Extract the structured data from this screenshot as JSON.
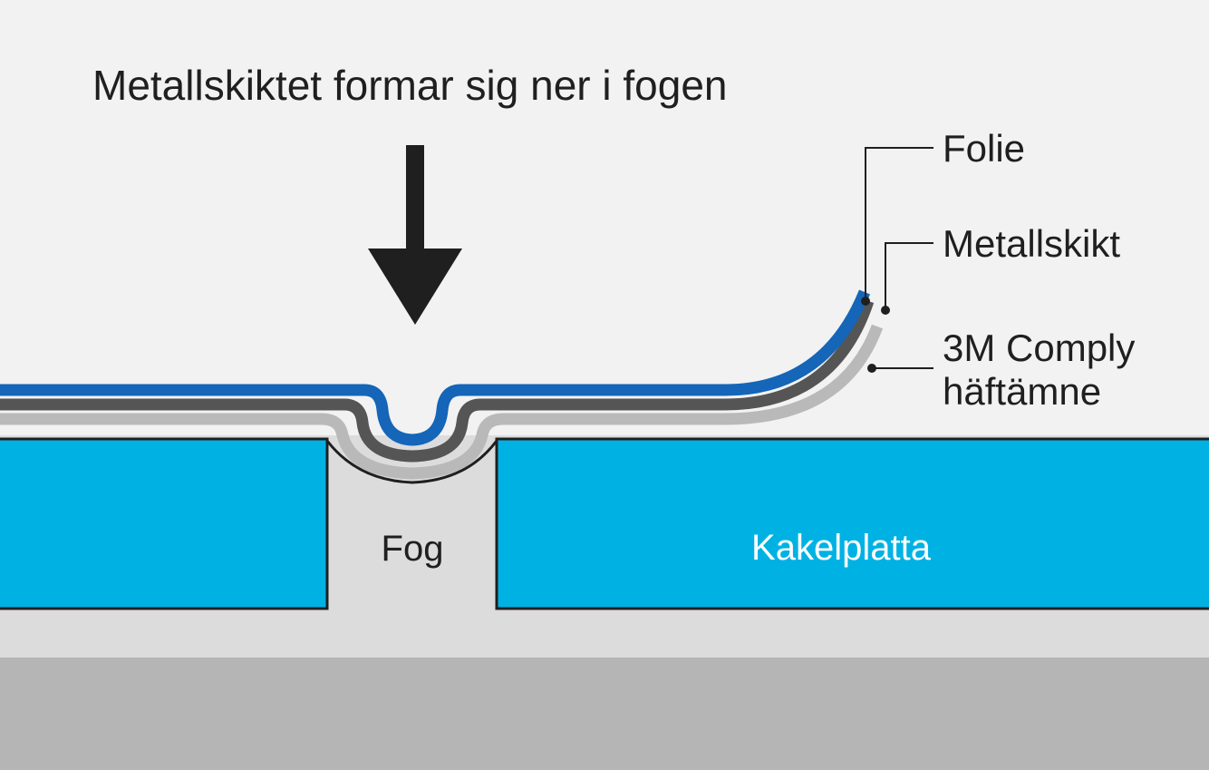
{
  "title": "Metallskiktet formar sig ner i fogen",
  "labels": {
    "folie": "Folie",
    "metallskikt": "Metallskikt",
    "adhesive_line1": "3M Comply",
    "adhesive_line2": "häftämne",
    "fog": "Fog",
    "kakelplatta": "Kakelplatta"
  },
  "colors": {
    "background": "#f2f2f2",
    "tile": "#00b2e3",
    "grout": "#dcdcdc",
    "base": "#b5b5b5",
    "folie": "#1565b8",
    "metallskikt": "#555555",
    "adhesive": "#b9b9b9",
    "arrow": "#1f1f1f"
  },
  "icons": {
    "arrow": "arrow-down-icon"
  }
}
